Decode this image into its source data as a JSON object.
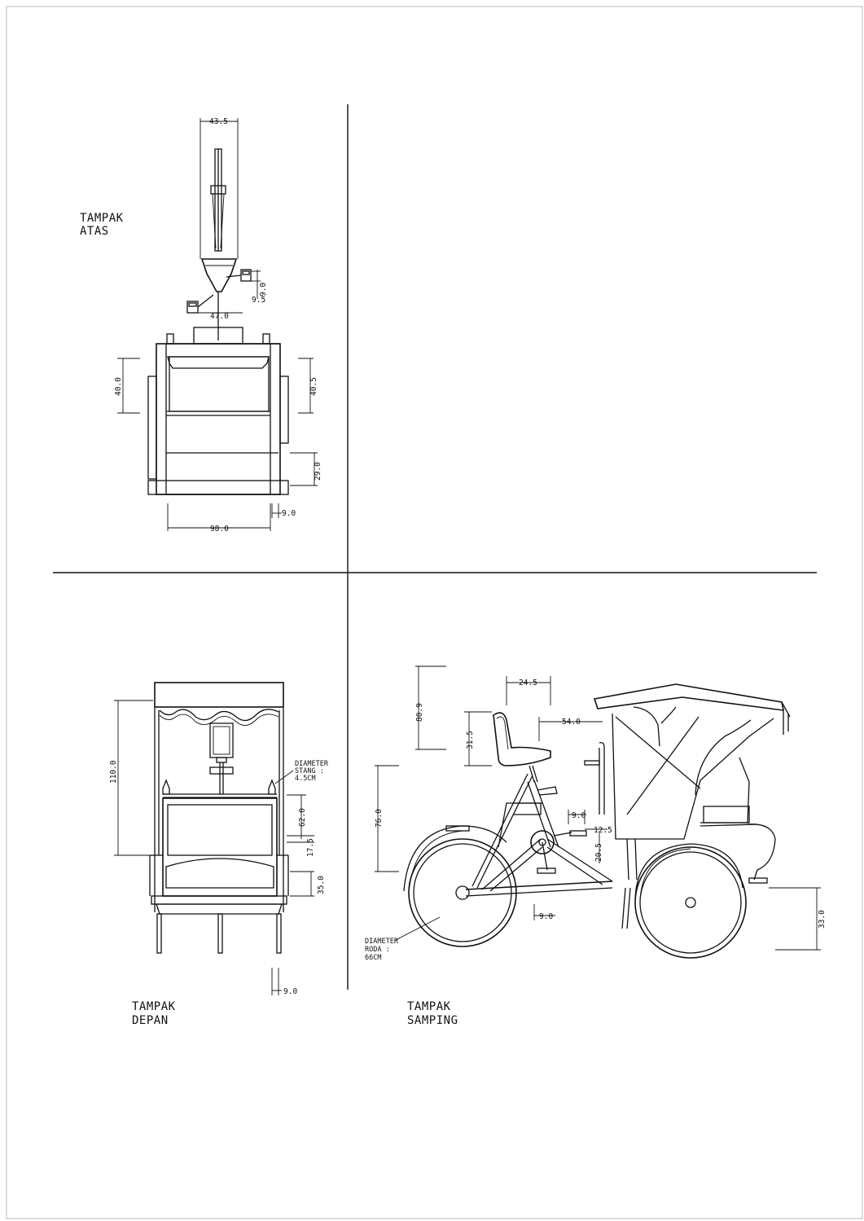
{
  "views": {
    "top": {
      "title_line1": "TAMPAK",
      "title_line2": "ATAS"
    },
    "front": {
      "title_line1": "TAMPAK",
      "title_line2": "DEPAN"
    },
    "side": {
      "title_line1": "TAMPAK",
      "title_line2": "SAMPING"
    }
  },
  "top_dims": {
    "handle_width": "43.5",
    "pedal_a": "9.0",
    "pedal_b": "9.5",
    "seat_width": "47.0",
    "seat_depth_left": "40.0",
    "seat_depth_right": "40.5",
    "footrest_depth": "29.0",
    "body_width": "98.0",
    "side_offset": "9.0"
  },
  "front_dims": {
    "total_height": "110.0",
    "seat_height": "62.0",
    "seat_offset": "17.5",
    "lower_height": "35.0",
    "bottom_offset": "9.0",
    "note_line1": "DIAMETER",
    "note_line2": "STANG :",
    "note_line3": "4.5CM"
  },
  "side_dims": {
    "rider_height": "80.9",
    "seat_length": "24.5",
    "seat_back": "31.5",
    "seat_to_cab": "54.0",
    "frame_height": "76.0",
    "pedal_gap": "9.0",
    "crank": "12.5",
    "crank_height": "20.5",
    "pedal_offset": "9.0",
    "wheel_axle_height": "33.0",
    "note_line1": "DIAMETER",
    "note_line2": "RODA :",
    "note_line3": "66CM"
  }
}
